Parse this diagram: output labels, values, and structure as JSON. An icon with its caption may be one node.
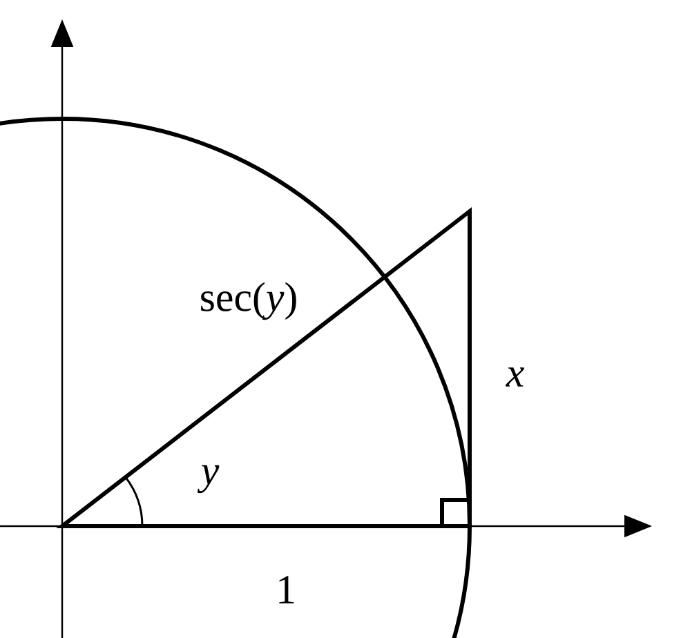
{
  "diagram": {
    "labels": [
      "sec(*y*)",
      "x",
      "y",
      "1"
    ]
  }
}
